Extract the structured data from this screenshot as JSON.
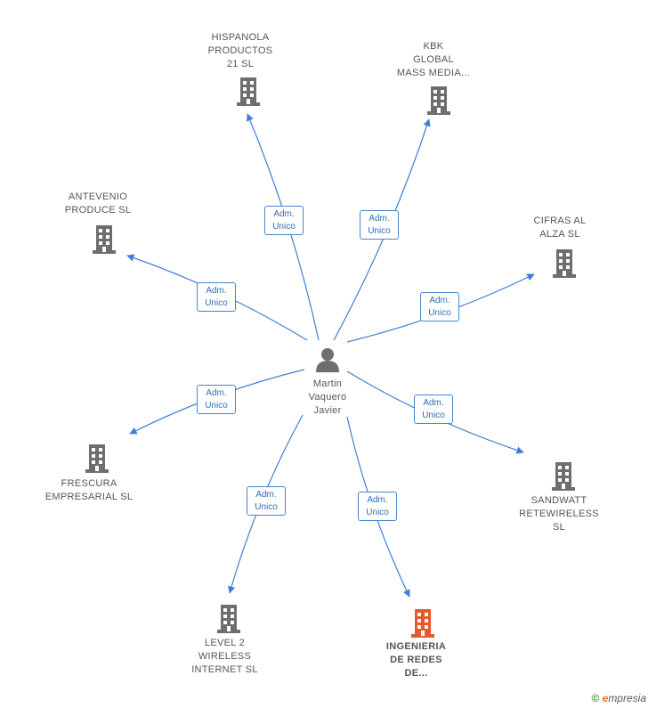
{
  "center": {
    "name": "Martin\nVaquero\nJavier"
  },
  "relation_label": {
    "line1": "Adm.",
    "line2": "Unico"
  },
  "colors": {
    "company": "#6e6e6e",
    "highlight": "#e8582f",
    "edge": "#3d7fd6",
    "person": "#6e6e6e"
  },
  "companies": [
    {
      "id": "hispanola",
      "name": "HISPANOLA\nPRODUCTOS\n21 SL",
      "highlight": false
    },
    {
      "id": "kbk",
      "name": "KBK\nGLOBAL\nMASS MEDIA...",
      "highlight": false
    },
    {
      "id": "antevenio",
      "name": "ANTEVENIO\nPRODUCE SL",
      "highlight": false
    },
    {
      "id": "cifras",
      "name": "CIFRAS AL\nALZA SL",
      "highlight": false
    },
    {
      "id": "frescura",
      "name": "FRESCURA\nEMPRESARIAL SL",
      "highlight": false
    },
    {
      "id": "sandwatt",
      "name": "SANDWATT\nRETEWIRELESS\nSL",
      "highlight": false
    },
    {
      "id": "level2",
      "name": "LEVEL 2\nWIRELESS\nINTERNET  SL",
      "highlight": false
    },
    {
      "id": "ingenieria",
      "name": "INGENIERIA\nDE REDES\nDE...",
      "highlight": true
    }
  ],
  "footer": {
    "copyright": "©",
    "brand_initial": "e",
    "brand_rest": "mpresia"
  }
}
